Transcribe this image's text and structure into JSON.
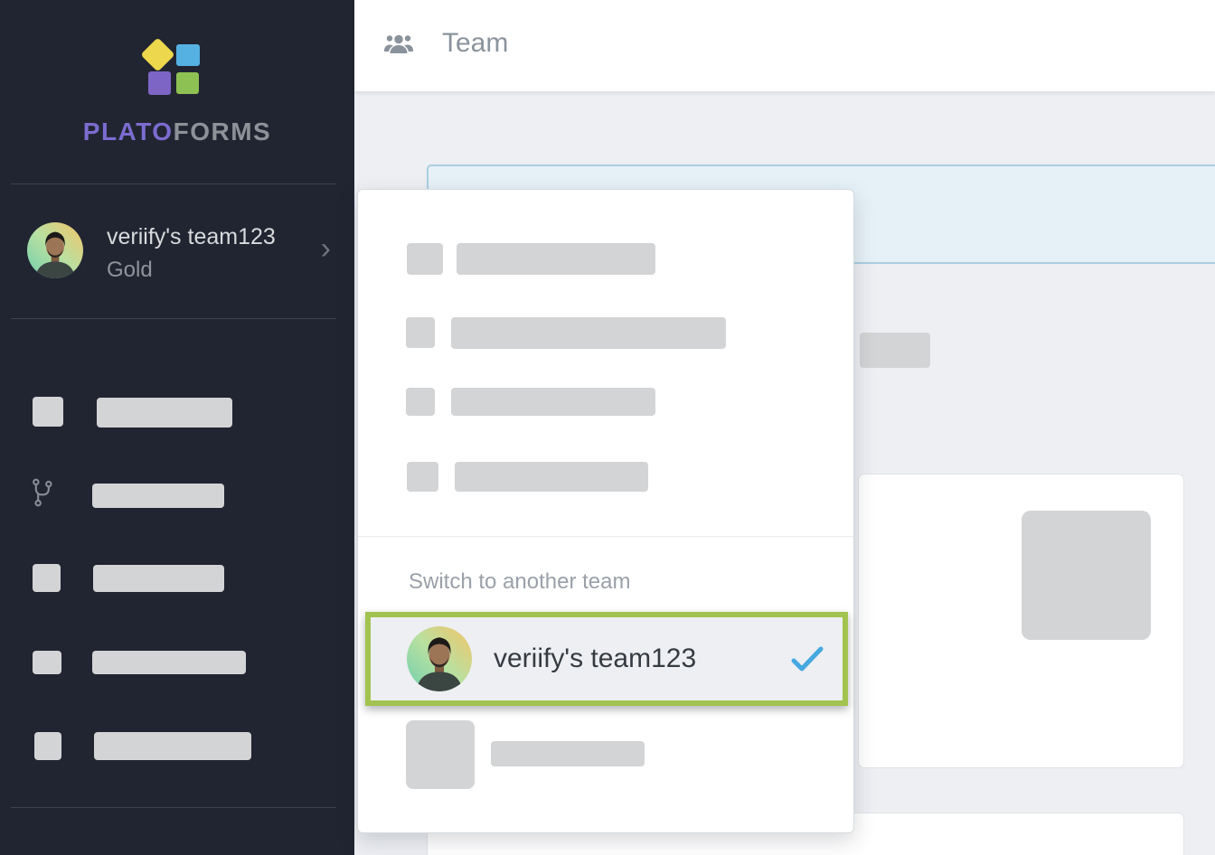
{
  "header": {
    "title": "Team"
  },
  "sidebar": {
    "brand": {
      "primary": "PLATO",
      "secondary": "FORMS"
    },
    "team_widget": {
      "name": "veriify's team123",
      "plan": "Gold",
      "chevron": "›"
    },
    "nav_placeholders": 5
  },
  "team_switcher": {
    "section_label": "Switch to another team",
    "placeholder_rows": 4,
    "options": [
      {
        "name": "veriify's team123",
        "selected": true
      }
    ]
  },
  "colors": {
    "sidebar_bg": "#212531",
    "brand_purple": "#7b6cd0",
    "brand_gray": "#8d9198",
    "logo_yellow": "#ecd74d",
    "logo_blue": "#56b1e3",
    "logo_purple": "#7d65c6",
    "logo_green": "#8ec153",
    "content_bg": "#edeff3",
    "alert_bg": "#e6f1f7",
    "alert_border": "#a9cfe2",
    "skeleton_gray": "#d3d4d6",
    "highlight_green": "#a2c34f",
    "check_blue": "#45a8e0"
  }
}
